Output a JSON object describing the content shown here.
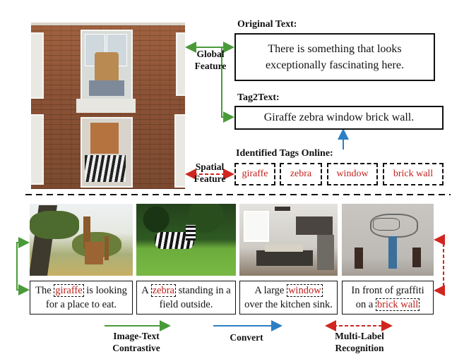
{
  "top": {
    "original_text_title": "Original Text:",
    "original_text": "There is something that looks exceptionally fascinating here.",
    "tag2text_title": "Tag2Text:",
    "tag2text": "Giraffe zebra window brick wall.",
    "identified_tags_title": "Identified Tags Online:",
    "tags": [
      "giraffe",
      "zebra",
      "window",
      "brick wall"
    ],
    "global_feature_label": "Global Feature",
    "spatial_feature_label": "Spatial Feature"
  },
  "captions": [
    {
      "pre": "The ",
      "tag": "giraffe",
      "post": " is looking for a place to eat."
    },
    {
      "pre": "A ",
      "tag": "zebra",
      "post": " standing in a field outside."
    },
    {
      "pre": "A large ",
      "tag": "window",
      "post": " over the kitchen sink."
    },
    {
      "pre": "In front of graffiti on a ",
      "tag": "brick wall",
      "post": ""
    }
  ],
  "legend": {
    "contrastive": "Image-Text Contrastive",
    "convert": "Convert",
    "multilabel": "Multi-Label Recognition"
  },
  "colors": {
    "green": "#4a9a3a",
    "blue": "#2b7fc4",
    "red": "#d0261f",
    "tag_text": "#c0201c"
  },
  "images": {
    "building": "building-with-giraffe-zebra-murals",
    "giraffe": "giraffe-in-savanna",
    "zebra": "zebra-in-grass-field",
    "kitchen": "kitchen-with-window",
    "graffiti": "graffiti-brick-wall-fire-hydrant"
  }
}
